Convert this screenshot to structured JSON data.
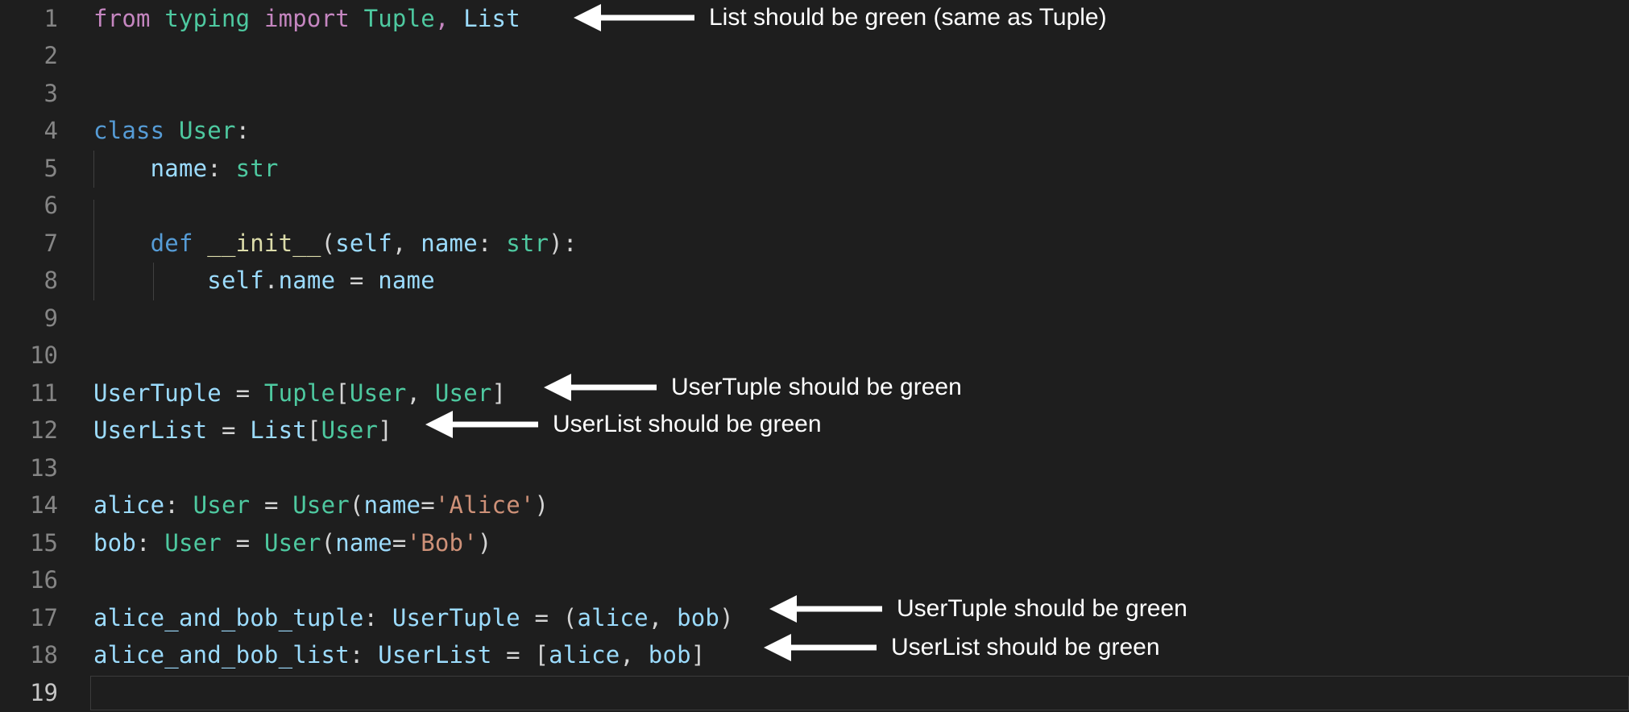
{
  "editor": {
    "background": "#1e1e1e",
    "gutter_color": "#858585",
    "active_line": 19,
    "palette": {
      "keyword_pink": "#C586C0",
      "keyword_blue": "#569CD6",
      "type_green": "#4EC9A0",
      "variable_lightblue": "#9CDCFE",
      "function_yellow": "#DCDCAA",
      "string_salmon": "#CE9178",
      "punctuation": "#D4D4D4",
      "annotation_white": "#FFFFFF"
    },
    "lines": [
      {
        "num": "1",
        "text": "from typing import Tuple, List"
      },
      {
        "num": "2",
        "text": ""
      },
      {
        "num": "3",
        "text": ""
      },
      {
        "num": "4",
        "text": "class User:"
      },
      {
        "num": "5",
        "text": "    name: str"
      },
      {
        "num": "6",
        "text": ""
      },
      {
        "num": "7",
        "text": "    def __init__(self, name: str):"
      },
      {
        "num": "8",
        "text": "        self.name = name"
      },
      {
        "num": "9",
        "text": ""
      },
      {
        "num": "10",
        "text": ""
      },
      {
        "num": "11",
        "text": "UserTuple = Tuple[User, User]"
      },
      {
        "num": "12",
        "text": "UserList = List[User]"
      },
      {
        "num": "13",
        "text": ""
      },
      {
        "num": "14",
        "text": "alice: User = User(name='Alice')"
      },
      {
        "num": "15",
        "text": "bob: User = User(name='Bob')"
      },
      {
        "num": "16",
        "text": ""
      },
      {
        "num": "17",
        "text": "alice_and_bob_tuple: UserTuple = (alice, bob)"
      },
      {
        "num": "18",
        "text": "alice_and_bob_list: UserList = [alice, bob]"
      },
      {
        "num": "19",
        "text": ""
      }
    ],
    "tokens": {
      "l1": {
        "from": "from",
        "sp1": " ",
        "typing": "typing",
        "sp2": " ",
        "import": "import",
        "sp3": " ",
        "tuple": "Tuple",
        "comma": ", ",
        "list": "List"
      },
      "l4": {
        "class": "class",
        "sp": " ",
        "user": "User",
        "colon": ":"
      },
      "l5": {
        "indent": "    ",
        "name": "name",
        "colon": ": ",
        "str": "str"
      },
      "l7": {
        "indent": "    ",
        "def": "def",
        "sp": " ",
        "init": "__init__",
        "open": "(",
        "self": "self",
        "comma": ", ",
        "name": "name",
        "colon": ": ",
        "str": "str",
        "close": "):"
      },
      "l8": {
        "indent": "        ",
        "self": "self",
        "dot": ".",
        "name": "name",
        "eq": " = ",
        "name2": "name"
      },
      "l11": {
        "alias": "UserTuple",
        "eq": " = ",
        "tuple": "Tuple",
        "ob": "[",
        "user1": "User",
        "comma": ", ",
        "user2": "User",
        "cb": "]"
      },
      "l12": {
        "alias": "UserList",
        "eq": " = ",
        "list": "List",
        "ob": "[",
        "user": "User",
        "cb": "]"
      },
      "l14": {
        "var": "alice",
        "colon": ": ",
        "type": "User",
        "eq": " = ",
        "ctor": "User",
        "open": "(",
        "kwarg": "name",
        "assign": "=",
        "string": "'Alice'",
        "close": ")"
      },
      "l15": {
        "var": "bob",
        "colon": ": ",
        "type": "User",
        "eq": " = ",
        "ctor": "User",
        "open": "(",
        "kwarg": "name",
        "assign": "=",
        "string": "'Bob'",
        "close": ")"
      },
      "l17": {
        "var": "alice_and_bob_tuple",
        "colon": ": ",
        "type": "UserTuple",
        "eq": " = ",
        "open": "(",
        "a": "alice",
        "comma": ", ",
        "b": "bob",
        "close": ")"
      },
      "l18": {
        "var": "alice_and_bob_list",
        "colon": ": ",
        "type": "UserList",
        "eq": " = ",
        "open": "[",
        "a": "alice",
        "comma": ", ",
        "b": "bob",
        "close": "]"
      }
    }
  },
  "annotations": [
    {
      "id": "a1",
      "label": "List should be green (same as Tuple)",
      "target_line": "1"
    },
    {
      "id": "a2",
      "label": "UserTuple should be green",
      "target_line": "11"
    },
    {
      "id": "a3",
      "label": "UserList should be green",
      "target_line": "12"
    },
    {
      "id": "a4",
      "label": "UserTuple should be green",
      "target_line": "17"
    },
    {
      "id": "a5",
      "label": "UserList should be green",
      "target_line": "18"
    }
  ]
}
